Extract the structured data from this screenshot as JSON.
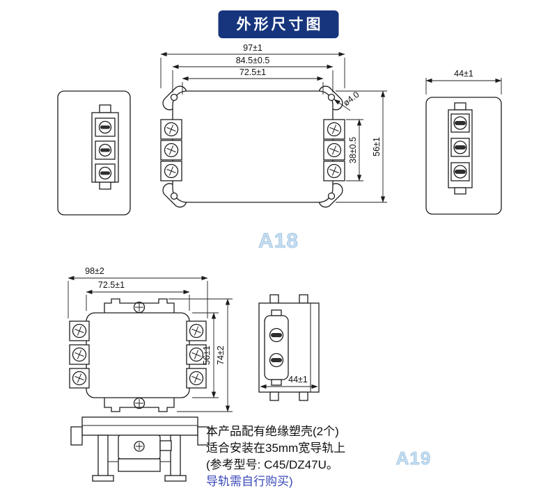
{
  "page": {
    "title": "外形尺寸图",
    "title_bg_color": "#16357d",
    "title_text_color": "#ffffff",
    "watermark_color": "#c6def2",
    "background_color": "#ffffff"
  },
  "top_drawing": {
    "model_label": "A18",
    "dimensions": {
      "overall_width": "97±1",
      "mounting_width": "84.5±0.5",
      "inner_width": "72.5±1",
      "hole_diameter": "ø4.0",
      "terminal_height": "38±0.5",
      "body_height": "56±1",
      "side_width": "44±1"
    }
  },
  "bottom_drawing": {
    "model_label": "A19",
    "dimensions": {
      "overall_width": "98±2",
      "inner_width": "72.5±1",
      "body_height": "56±1",
      "overall_height": "74±2",
      "side_width": "44±1"
    },
    "note": {
      "lines": [
        "本产品配有绝缘塑壳(2个)",
        "适合安装在35mm宽导轨上",
        "(参考型号: C45/DZ47U。",
        "导轨需自行购买)"
      ],
      "text_color": "#101010",
      "highlight_color": "#3a49b8"
    }
  }
}
